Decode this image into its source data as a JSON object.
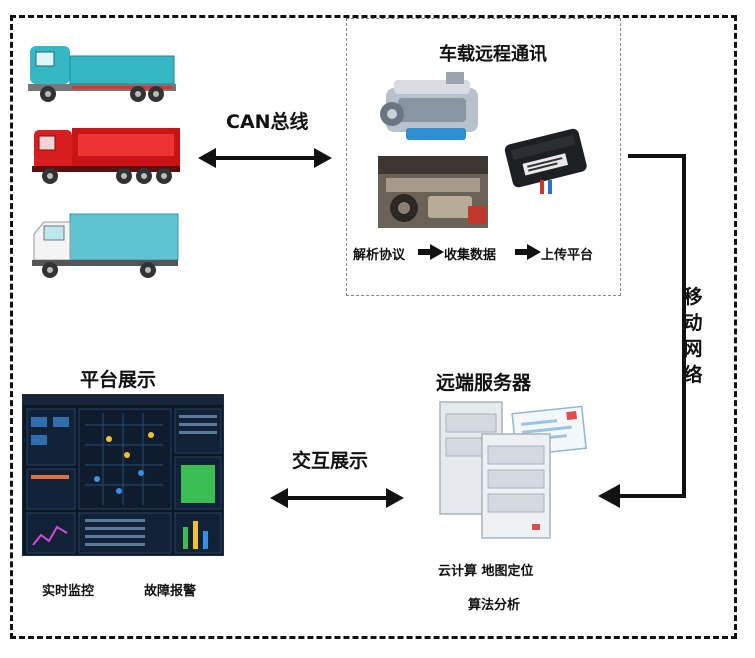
{
  "bus": {
    "label": "CAN总线"
  },
  "telematics": {
    "title": "车载远程通讯",
    "process": [
      "解析协议",
      "收集数据",
      "上传平台"
    ]
  },
  "network": {
    "label": "移动网络"
  },
  "server": {
    "title": "远端服务器",
    "features_line1": "云计算  地图定位",
    "features_line2": "算法分析"
  },
  "interaction": {
    "label": "交互展示"
  },
  "platform": {
    "title": "平台展示",
    "features": [
      "实时监控",
      "故障报警"
    ]
  },
  "colors": {
    "truck1": "#36b7c4",
    "truck2": "#d81e1e",
    "truck3": "#5ec3d2",
    "dashboard_bg": "#0c1726",
    "dashboard_accent": "#3bbf53"
  },
  "icons": [
    "truck-icon",
    "engine-icon",
    "chassis-photo",
    "telematics-box-icon",
    "server-icon",
    "document-icon",
    "dashboard-screenshot"
  ]
}
